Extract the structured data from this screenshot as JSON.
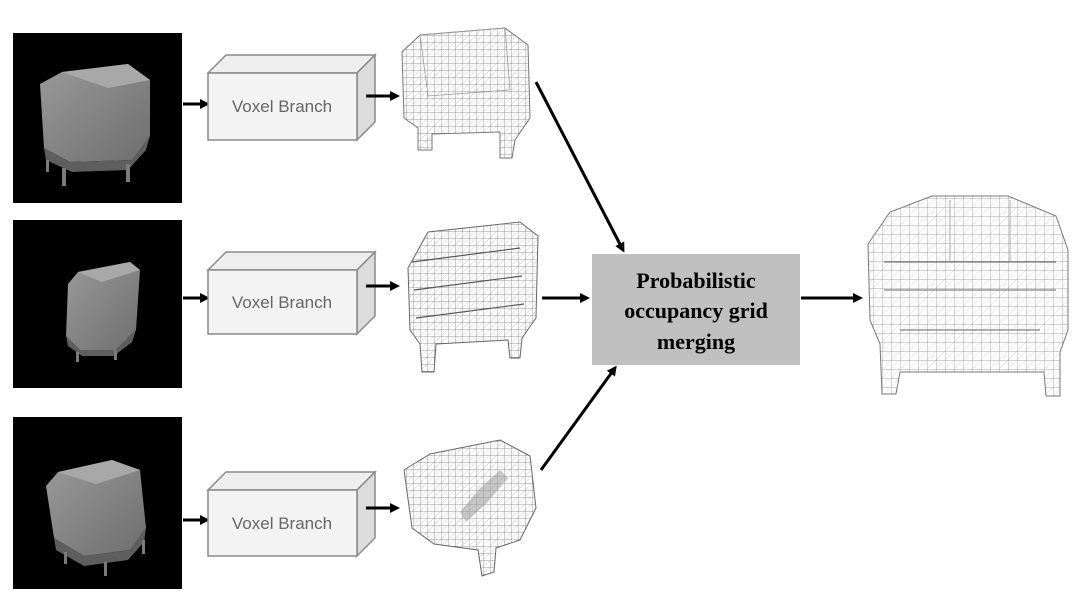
{
  "branches": [
    {
      "label": "Voxel Branch"
    },
    {
      "label": "Voxel Branch"
    },
    {
      "label": "Voxel Branch"
    }
  ],
  "merge": {
    "lines": [
      "Probabilistic",
      "occupancy grid",
      "merging"
    ]
  },
  "colors": {
    "image_bg": "#000000",
    "chair": "#8a8a8a",
    "merge_box": "#c0c0c0",
    "box_face": "#f3f3f3",
    "box_side": "#dcdcdc",
    "box_stroke": "#8a8a8a",
    "voxel_line": "#777777",
    "arrow": "#000000"
  },
  "icons": [
    "chair-render-image",
    "voxel-grid-icon",
    "arrow-right-icon"
  ]
}
